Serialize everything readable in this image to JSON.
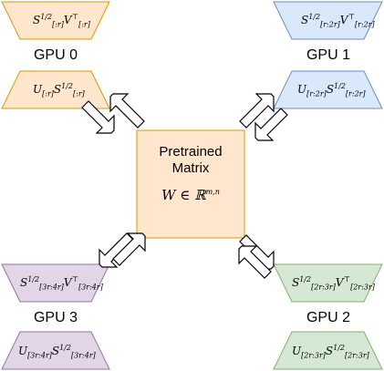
{
  "center": {
    "title_line1": "Pretrained",
    "title_line2": "Matrix",
    "equation": "W ∈ ℝ^{m,n}"
  },
  "gpus": [
    {
      "id": "0",
      "label": "GPU 0",
      "color_fill": "#ffe6cc",
      "color_stroke": "#d79b00",
      "top_text": "S[:r]^{1/2} V[:r]^⊤",
      "bottom_text": "U[:r] S[:r]^{1/2}"
    },
    {
      "id": "1",
      "label": "GPU 1",
      "color_fill": "#dae8fc",
      "color_stroke": "#6c8ebf",
      "top_text": "S[r:2r]^{1/2} V[r:2r]^⊤",
      "bottom_text": "U[r:2r] S[r:2r]^{1/2}"
    },
    {
      "id": "2",
      "label": "GPU 2",
      "color_fill": "#d5e8d4",
      "color_stroke": "#82b366",
      "top_text": "S[2r:3r]^{1/2} V[2r:3r]^⊤",
      "bottom_text": "U[2r:3r] S[2r:3r]^{1/2}"
    },
    {
      "id": "3",
      "label": "GPU 3",
      "color_fill": "#e1d5e7",
      "color_stroke": "#9673a6",
      "top_text": "S[3r:4r]^{1/2} V[3r:4r]^⊤",
      "bottom_text": "U[3r:4r] S[3r:4r]^{1/2}"
    }
  ],
  "center_color_fill": "#ffe6cc",
  "center_color_stroke": "#d79b00",
  "arrows": [
    "bidirectional-arrow-gpu0",
    "bidirectional-arrow-gpu1",
    "bidirectional-arrow-gpu2",
    "bidirectional-arrow-gpu3"
  ]
}
